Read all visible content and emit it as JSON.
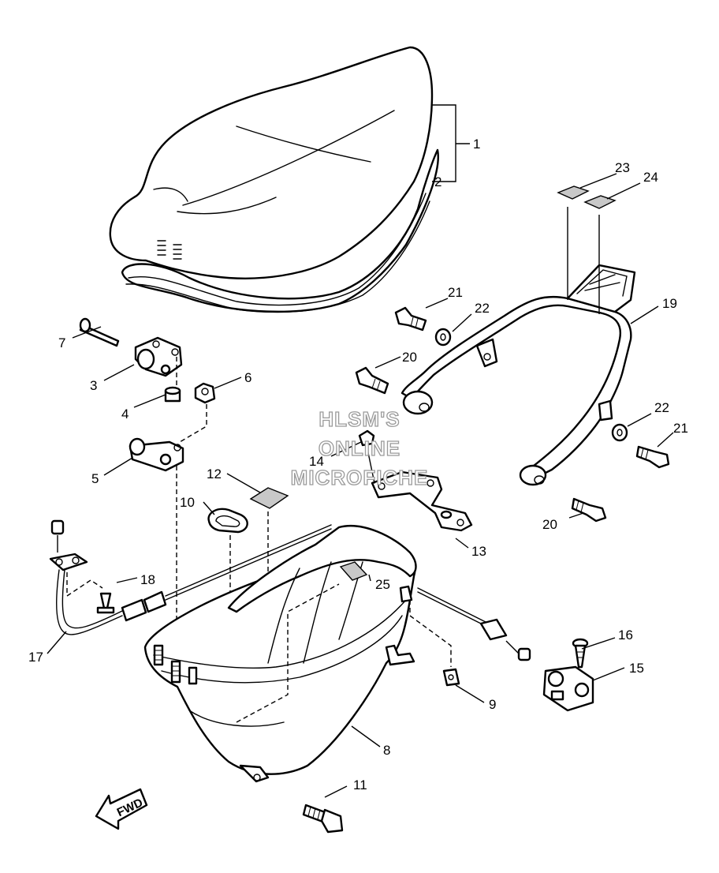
{
  "diagram": {
    "parts": [
      {
        "id": "1",
        "label": "1"
      },
      {
        "id": "2",
        "label": "2"
      },
      {
        "id": "3",
        "label": "3"
      },
      {
        "id": "4",
        "label": "4"
      },
      {
        "id": "5",
        "label": "5"
      },
      {
        "id": "6",
        "label": "6"
      },
      {
        "id": "7",
        "label": "7"
      },
      {
        "id": "8",
        "label": "8"
      },
      {
        "id": "9",
        "label": "9"
      },
      {
        "id": "10",
        "label": "10"
      },
      {
        "id": "11",
        "label": "11"
      },
      {
        "id": "12",
        "label": "12"
      },
      {
        "id": "13",
        "label": "13"
      },
      {
        "id": "14",
        "label": "14"
      },
      {
        "id": "15",
        "label": "15"
      },
      {
        "id": "16",
        "label": "16"
      },
      {
        "id": "17",
        "label": "17"
      },
      {
        "id": "18",
        "label": "18"
      },
      {
        "id": "19",
        "label": "19"
      },
      {
        "id": "20a",
        "label": "20"
      },
      {
        "id": "20b",
        "label": "20"
      },
      {
        "id": "21a",
        "label": "21"
      },
      {
        "id": "21b",
        "label": "21"
      },
      {
        "id": "22a",
        "label": "22"
      },
      {
        "id": "22b",
        "label": "22"
      },
      {
        "id": "23",
        "label": "23"
      },
      {
        "id": "24",
        "label": "24"
      },
      {
        "id": "25",
        "label": "25"
      }
    ],
    "watermark": [
      "HLSM'S",
      "ONLINE",
      "MICROFICHE"
    ],
    "direction_arrow": {
      "text": "FWD",
      "icon": "fwd-arrow-icon"
    },
    "colors": {
      "line": "#000000",
      "watermark_outline": "#9a9a9a",
      "background": "#ffffff"
    }
  }
}
